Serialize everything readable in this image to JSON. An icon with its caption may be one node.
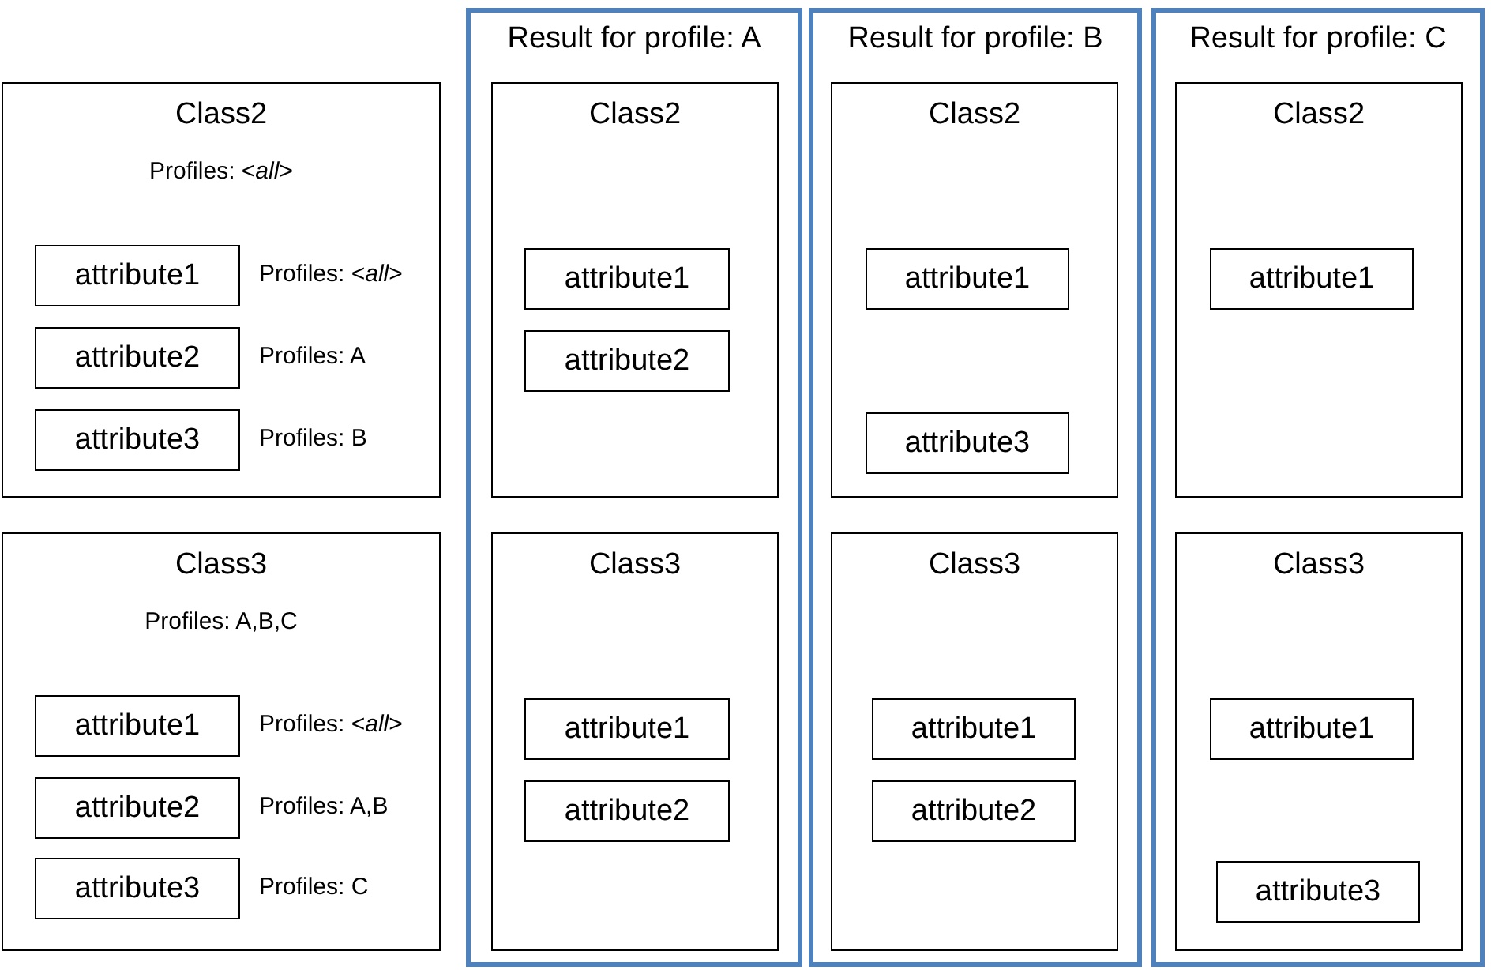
{
  "diagram": {
    "nodes": [
      {
        "text": [
          "Class2",
          "Profiles: <*all*>"
        ]
      },
      {
        "text": [
          "attribute1"
        ],
        "in": 0,
        "beside": [
          "Profiles: <*all*>"
        ]
      },
      {
        "text": [
          "attribute2"
        ],
        "in": 0,
        "beside": [
          "Profiles: A"
        ]
      },
      {
        "text": [
          "attribute3"
        ],
        "in": 0,
        "beside": [
          "Profiles: B"
        ]
      },
      {
        "text": [
          "Class3",
          "Profiles: A,B,C"
        ]
      },
      {
        "text": [
          "attribute1"
        ],
        "in": 4,
        "beside": [
          "Profiles: <*all*>"
        ]
      },
      {
        "text": [
          "attribute2"
        ],
        "in": 4,
        "beside": [
          "Profiles: A,B"
        ]
      },
      {
        "text": [
          "attribute3"
        ],
        "in": 4,
        "beside": [
          "Profiles: C"
        ]
      },
      {
        "text": [
          "Result for profile: A"
        ]
      },
      {
        "text": [
          "Class2"
        ],
        "in": 8
      },
      {
        "text": [
          "attribute1"
        ],
        "in": 9
      },
      {
        "text": [
          "attribute2"
        ],
        "in": 9
      },
      {
        "text": [
          "Class3"
        ],
        "in": 8
      },
      {
        "text": [
          "attribute1"
        ],
        "in": 12
      },
      {
        "text": [
          "attribute2"
        ],
        "in": 12
      },
      {
        "text": [
          "Result for profile: B"
        ]
      },
      {
        "text": [
          "Class2"
        ],
        "in": 15
      },
      {
        "text": [
          "attribute1"
        ],
        "in": 16
      },
      {
        "text": [
          "attribute3"
        ],
        "in": 16
      },
      {
        "text": [
          "Class3"
        ],
        "in": 15
      },
      {
        "text": [
          "attribute1"
        ],
        "in": 19
      },
      {
        "text": [
          "attribute2"
        ],
        "in": 19
      },
      {
        "text": [
          "Result for profile: C"
        ]
      },
      {
        "text": [
          "Class2"
        ],
        "in": 22
      },
      {
        "text": [
          "attribute1"
        ],
        "in": 23
      },
      {
        "text": [
          "Class3"
        ],
        "in": 22
      },
      {
        "text": [
          "attribute1"
        ],
        "in": 25
      },
      {
        "text": [
          "attribute3"
        ],
        "in": 25
      }
    ]
  }
}
